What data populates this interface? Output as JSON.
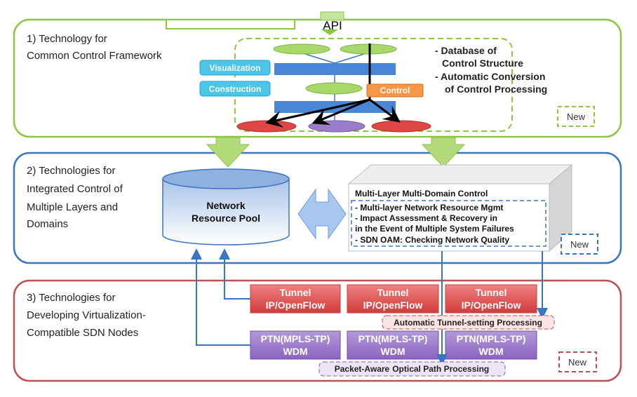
{
  "section1": {
    "title_lines": [
      "1) Technology for",
      "Common Control Framework"
    ],
    "api_label": "API",
    "visualization_label": "Visualization",
    "construction_label": "Construction",
    "control_label": "Control",
    "notes": [
      "- Database of",
      "Control Structure",
      "- Automatic Conversion",
      "of Control Processing"
    ],
    "new_badge": "New"
  },
  "section2": {
    "title_lines": [
      "2) Technologies for",
      "Integrated Control of",
      "Multiple Layers and",
      "Domains"
    ],
    "pool_lines": [
      "Network",
      "Resource Pool"
    ],
    "control_title": "Multi-Layer Multi-Domain Control",
    "control_items": [
      "- Multi-layer Network Resource Mgmt",
      "- Impact Assessment & Recovery in",
      "in the Event of Multiple System Failures",
      "- SDN OAM: Checking Network Quality"
    ],
    "new_badge": "New"
  },
  "section3": {
    "title_lines": [
      "3) Technologies for",
      "Developing Virtualization-",
      "Compatible SDN Nodes"
    ],
    "tunnel_nodes": [
      [
        "Tunnel",
        "IP/OpenFlow"
      ],
      [
        "Tunnel",
        "IP/OpenFlow"
      ],
      [
        "Tunnel",
        "IP/OpenFlow"
      ]
    ],
    "ptn_nodes": [
      [
        "PTN(MPLS-TP)",
        "WDM"
      ],
      [
        "PTN(MPLS-TP)",
        "WDM"
      ],
      [
        "PTN(MPLS-TP)",
        "WDM"
      ]
    ],
    "tunnel_overlay": [
      "Automatic Tunnel-",
      "setting Processing"
    ],
    "optical_overlay": [
      "Packet-Aware",
      "Optical Path Processing"
    ],
    "new_badge": "New"
  },
  "colors": {
    "green": "#8dc63f",
    "blue": "#3a75c4",
    "red": "#c0504d",
    "purple": "#8064a2",
    "orange": "#f79646",
    "cyan": "#4bc5e8"
  }
}
